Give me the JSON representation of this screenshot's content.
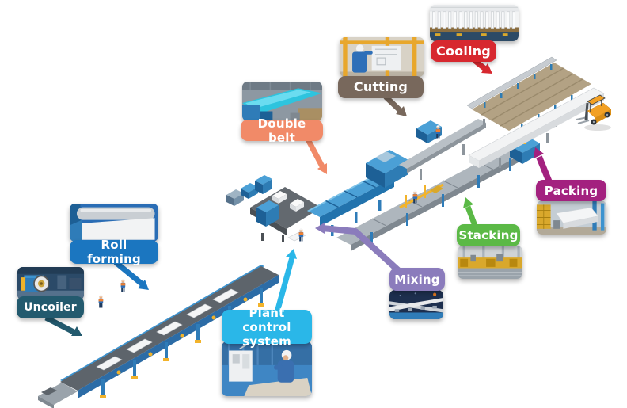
{
  "diagram": {
    "background_color": "#ffffff",
    "stages": [
      {
        "label": "Uncoiler",
        "color": "#235a6e"
      },
      {
        "label": "Roll forming",
        "color": "#1b76c0"
      },
      {
        "label": "Plant control system",
        "color": "#2ab7e8"
      },
      {
        "label": "Double belt",
        "color": "#f18a68"
      },
      {
        "label": "Cutting",
        "color": "#78685c"
      },
      {
        "label": "Cooling",
        "color": "#d7282f"
      },
      {
        "label": "Mixing",
        "color": "#8b7cbc"
      },
      {
        "label": "Stacking",
        "color": "#5bb946"
      },
      {
        "label": "Packing",
        "color": "#a3217f"
      }
    ],
    "illustration": {
      "machine_parts": [
        "uncoiler-outfeed",
        "roll-forming-conveyor",
        "feeder-units",
        "mixing-platform",
        "double-belt-machine",
        "cutting-saw",
        "post-cutting-conveyor",
        "cooling-rack",
        "stacking-conveyor",
        "packing-station",
        "packed-panel-stack",
        "forklift",
        "workers"
      ]
    }
  }
}
